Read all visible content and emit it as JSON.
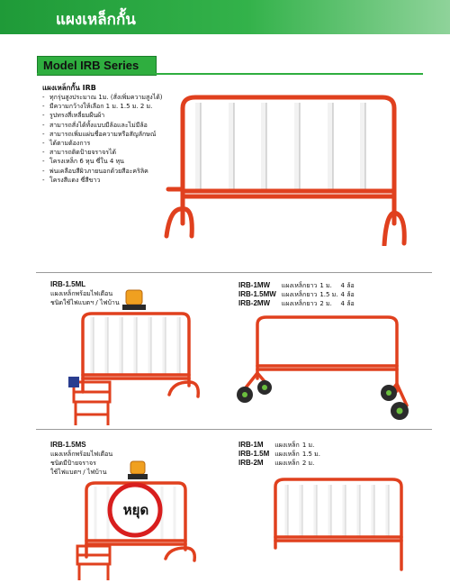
{
  "header": {
    "title": "แผงเหล็กกั้น"
  },
  "series": {
    "title": "Model IRB Series"
  },
  "intro": {
    "heading": "แผงเหล็กกั้น IRB",
    "bullets": [
      "ทุกรุ่นสูงประมาณ 1ม. (สั่งเพิ่มความสูงได้)",
      "มีความกว้างให้เลือก 1 ม. 1.5 ม. 2 ม.",
      "รูปทรงสี่เหลี่ยมผืนผ้า",
      "สามารถสั่งได้ทั้งแบบมีล้อและไม่มีล้อ",
      "สามารถเพิ่มแผ่นชื่อความหรือสัญลักษณ์",
      "ได้ตามต้องการ",
      "สามารถติดป้ายจราจรได้",
      "โครงเหล็ก 6 หุน ซี่ใน 4 หุน",
      "พ่นเคลือบสีผิวภายนอกด้วยสีอะคริลิค",
      "โครงสีแดง ซี่สีขาว"
    ]
  },
  "products": {
    "irb15ml": {
      "code": "IRB-1.5ML",
      "line1": "แผงเหล็กพร้อมไฟเตือน",
      "line2": "ชนิดใช้ไฟแบตฯ / ไฟบ้าน"
    },
    "irb15ms": {
      "code": "IRB-1.5MS",
      "line1": "แผงเหล็กพร้อมไฟเตือน",
      "line2": "ชนิดมีป้ายจราจร",
      "line3": "ใช้ไฟแบตฯ / ไฟบ้าน",
      "sign_text": "หยุด"
    },
    "wheeled": [
      {
        "code": "IRB-1MW",
        "desc": "แผงเหล็กยาว",
        "size": "1 ม.",
        "wheels": "4 ล้อ"
      },
      {
        "code": "IRB-1.5MW",
        "desc": "แผงเหล็กยาว",
        "size": "1.5 ม.",
        "wheels": "4 ล้อ"
      },
      {
        "code": "IRB-2MW",
        "desc": "แผงเหล็กยาว",
        "size": "2 ม.",
        "wheels": "4 ล้อ"
      }
    ],
    "plain": [
      {
        "code": "IRB-1M",
        "desc": "แผงเหล็ก",
        "size": "1 ม."
      },
      {
        "code": "IRB-1.5M",
        "desc": "แผงเหล็ก",
        "size": "1.5 ม."
      },
      {
        "code": "IRB-2M",
        "desc": "แผงเหล็ก",
        "size": "2 ม."
      }
    ]
  },
  "colors": {
    "frame": "#e0401e",
    "bars": "#f2f2f2",
    "green": "#2fae3f"
  }
}
